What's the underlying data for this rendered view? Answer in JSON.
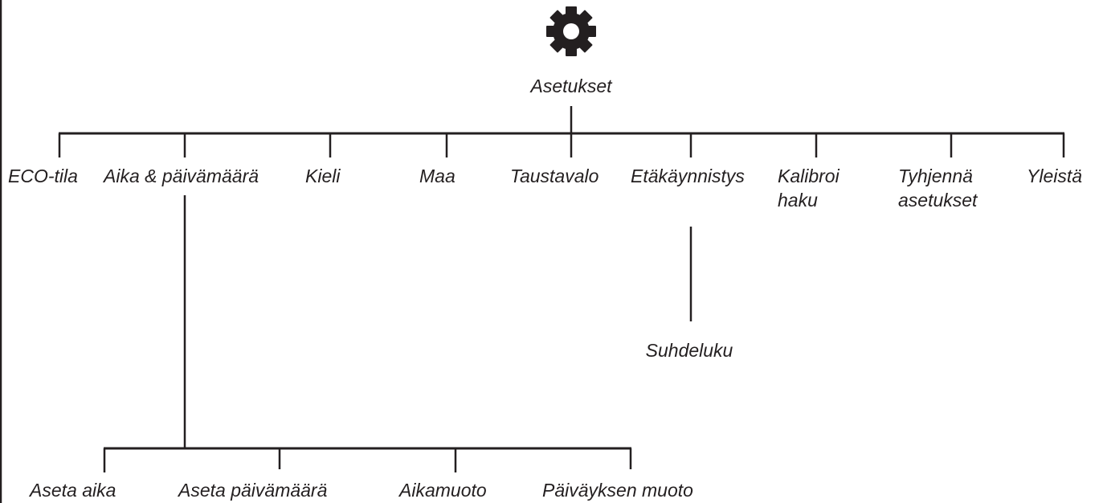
{
  "root": {
    "icon": "gear-icon",
    "label": "Asetukset"
  },
  "branches": [
    {
      "lines": [
        "ECO-tila"
      ]
    },
    {
      "lines": [
        "Aika & päivämäärä"
      ]
    },
    {
      "lines": [
        "Kieli"
      ]
    },
    {
      "lines": [
        "Maa"
      ]
    },
    {
      "lines": [
        "Taustavalo"
      ]
    },
    {
      "lines": [
        "Etäkäynnistys"
      ]
    },
    {
      "lines": [
        "Kalibroi",
        "haku"
      ]
    },
    {
      "lines": [
        "Tyhjennä",
        "asetukset"
      ]
    },
    {
      "lines": [
        "Yleistä"
      ]
    }
  ],
  "remote_start_child": {
    "label": "Suhdeluku"
  },
  "time_date_children": [
    {
      "label": "Aseta aika"
    },
    {
      "label": "Aseta päivämäärä"
    },
    {
      "label": "Aikamuoto"
    },
    {
      "label": "Päiväyksen muoto"
    }
  ],
  "colors": {
    "line": "#231f20",
    "text": "#231f20"
  }
}
